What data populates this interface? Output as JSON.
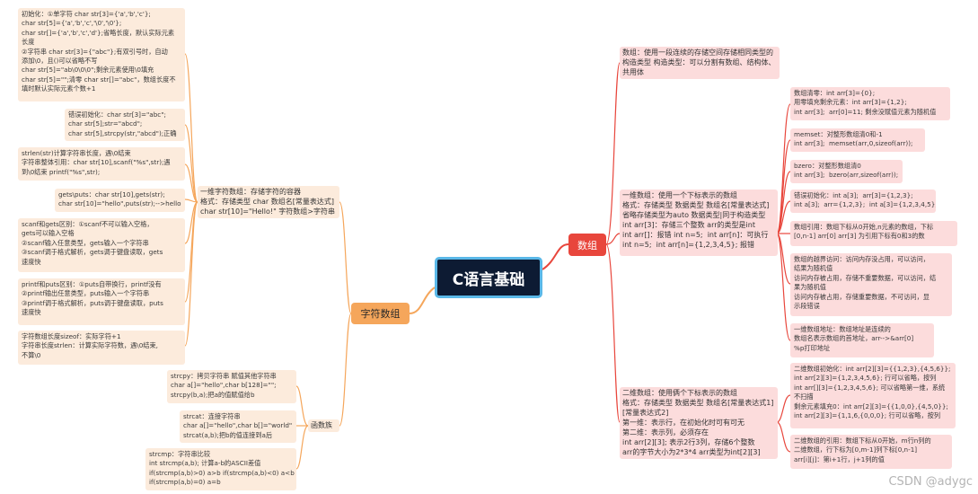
{
  "root": {
    "title": "C语言基础"
  },
  "branches": {
    "array": "数组",
    "string": "字符数组"
  },
  "array": {
    "intro": "数组：使用一段连续的存储空间存储相同类型的\n构造类型 构造类型：可以分割有数组、结构体、\n共用体",
    "one_dim": "一维数组：使用一个下标表示的数组\n格式：存储类型 数据类型 数组名[常量表达式]\n省略存储类型为auto 数据类型|同于构造类型\nint arr[3]：存储三个整数 arr的类型是int\nint arr[]：报错 int n=5;  int arr[n]：可执行\nint n=5;  int arr[n]={1,2,3,4,5}; 报错",
    "one_dim_items": [
      "数组清零：int arr[3]={0};\n用零填充剩余元素：int arr[3]={1,2};\nint arr[3];  arr[0]=11; 剩余没赋值元素为随机值",
      "memset：对整形数组清0和-1\nint arr[3];  memset(arr,0,sizeof(arr));",
      "bzero：对整形数组清0\nint arr[3];  bzero(arr,sizeof(arr));",
      "错误初始化：int a[3];  arr[3]={1,2,3};\nint a[3];  arr={1,2,3};  int a[3]={1,2,3,4,5};",
      "数组引用：数组下标从0开始,n元素的数组，下标\n[0,n-1] arr[0] arr[3] 为引用下标有0和3的数",
      "数组的越界访问：访问内存没占用，可以访问，\n结果为随机值\n访问内存被占用，存储不重要数据，可以访问，结\n果为随机值\n访问内存被占用，存储重要数据，不可访问，显\n示段错误",
      "一维数组地址：数组地址是连续的\n数组名表示数组的首地址，arr-->&arr[0]\n%p打印地址"
    ],
    "two_dim": "二维数组：使用俩个下标表示的数组\n格式：存储类型 数据类型 数组名[常量表达式1]\n[常量表达式2]\n第一维：表示行，在初始化时可有可无\n第二维：表示列，必须存在\nint arr[2][3]; 表示2行3列，存储6个整数\narr的字节大小为2*3*4 arr类型为int[2][3]",
    "two_dim_items": [
      "二维数组初始化：int arr[2][3]={{1,2,3},{4,5,6}};\nint arr[2][3]={1,2,3,4,5,6}; 行可以省略，按列\nint arr[][3]={1,2,3,4,5,6}; 可以省略第一维，系统\n不扫描\n剩余元素填充0：int arr[2][3]={{1,0,0},{4,5,0}};\nint arr[2][3]={1,1,6,{0,0,0}; 行可以省略，按列",
      "二维数组的引用：数组下标从0开始，m行n列的\n二维数组，行下标为[0,m-1]列下标[0,n-1]\narr[i][j]：第i+1行，j+1列的值"
    ]
  },
  "string": {
    "one_dim": "一维字符数组：存储字符的容器\n格式：存储类型 char 数组名[常量表达式]\nchar str[10]=\"Hello!\" 字符数组>字符串",
    "items": [
      "初始化：①单字符 char str[3]={'a','b','c'};\nchar str[5]={'a','b','c','\\0','\\0'};\nchar str[]={'a','b','c','d'};省略长度，默认实际元素\n长度\n②字符串 char str[3]={\"abc\"};有双引号时，自动\n添加\\0，且()可以省略不写\nchar str[5]=\"ab\\0\\0\\0\";剩余元素使用\\0填充\nchar str[5]=\"\";清零 char str[]=\"abc\"，数组长度不\n填时默认实际元素个数+1",
      "错误初始化：char str[3]=\"abc\";\nchar str[5];str=\"abcd\";\nchar str[5],strcpy(str,\"abcd\");正确",
      "strlen(str)计算字符串长度，遇\\0结束\n字符串整体引用：char str[10],scanf(\"%s\",str);遇\n到\\0结束 printf(\"%s\",str);",
      "gets\\puts：char str[10],gets(str);\nchar str[10]=\"hello\",puts(str);-->hello",
      "scanf和gets区别：①scanf不可以输入空格，\ngets可以输入空格\n②scanf输入任意类型，gets输入一个字符串\n③scanf调于格式解析，gets调于键盘读取，gets\n速度快",
      "printf和puts区别：①puts自带换行，printf没有\n②printf输出任意类型，puts输入一个字符串\n③printf调于格式解析，puts调于键盘读取，puts\n速度快",
      "字符数组长度sizeof：实际字符+1\n字符串长度strlen：计算实际字符数，遇\\0结束,\n不算\\0"
    ],
    "func_label": "函数族",
    "funcs": [
      "strcpy：拷贝字符串 赋值其他字符串\nchar a[]=\"hello\",char b[128]=\"\";\nstrcpy(b,a);把a的值赋值给b",
      "strcat：连接字符串\nchar a[]=\"hello\",char b[]=\"world\"\nstrcat(a,b);把b的值连接到a后",
      "strcmp：字符串比较\nint strcmp(a,b); 计算a-b的ASCII差值\nif(strcmp(a,b)>0) a>b if(strcmp(a,b)<0) a<b\nif(strcmp(a,b)=0) a=b"
    ]
  },
  "watermark": "CSDN @adygc",
  "colors": {
    "root_bg": "#0d1b33",
    "root_border": "#5ab8e8",
    "array_branch": "#e8463c",
    "string_branch": "#f5a65b",
    "array_note": "#fcdcdc",
    "string_note": "#fcebdc"
  }
}
